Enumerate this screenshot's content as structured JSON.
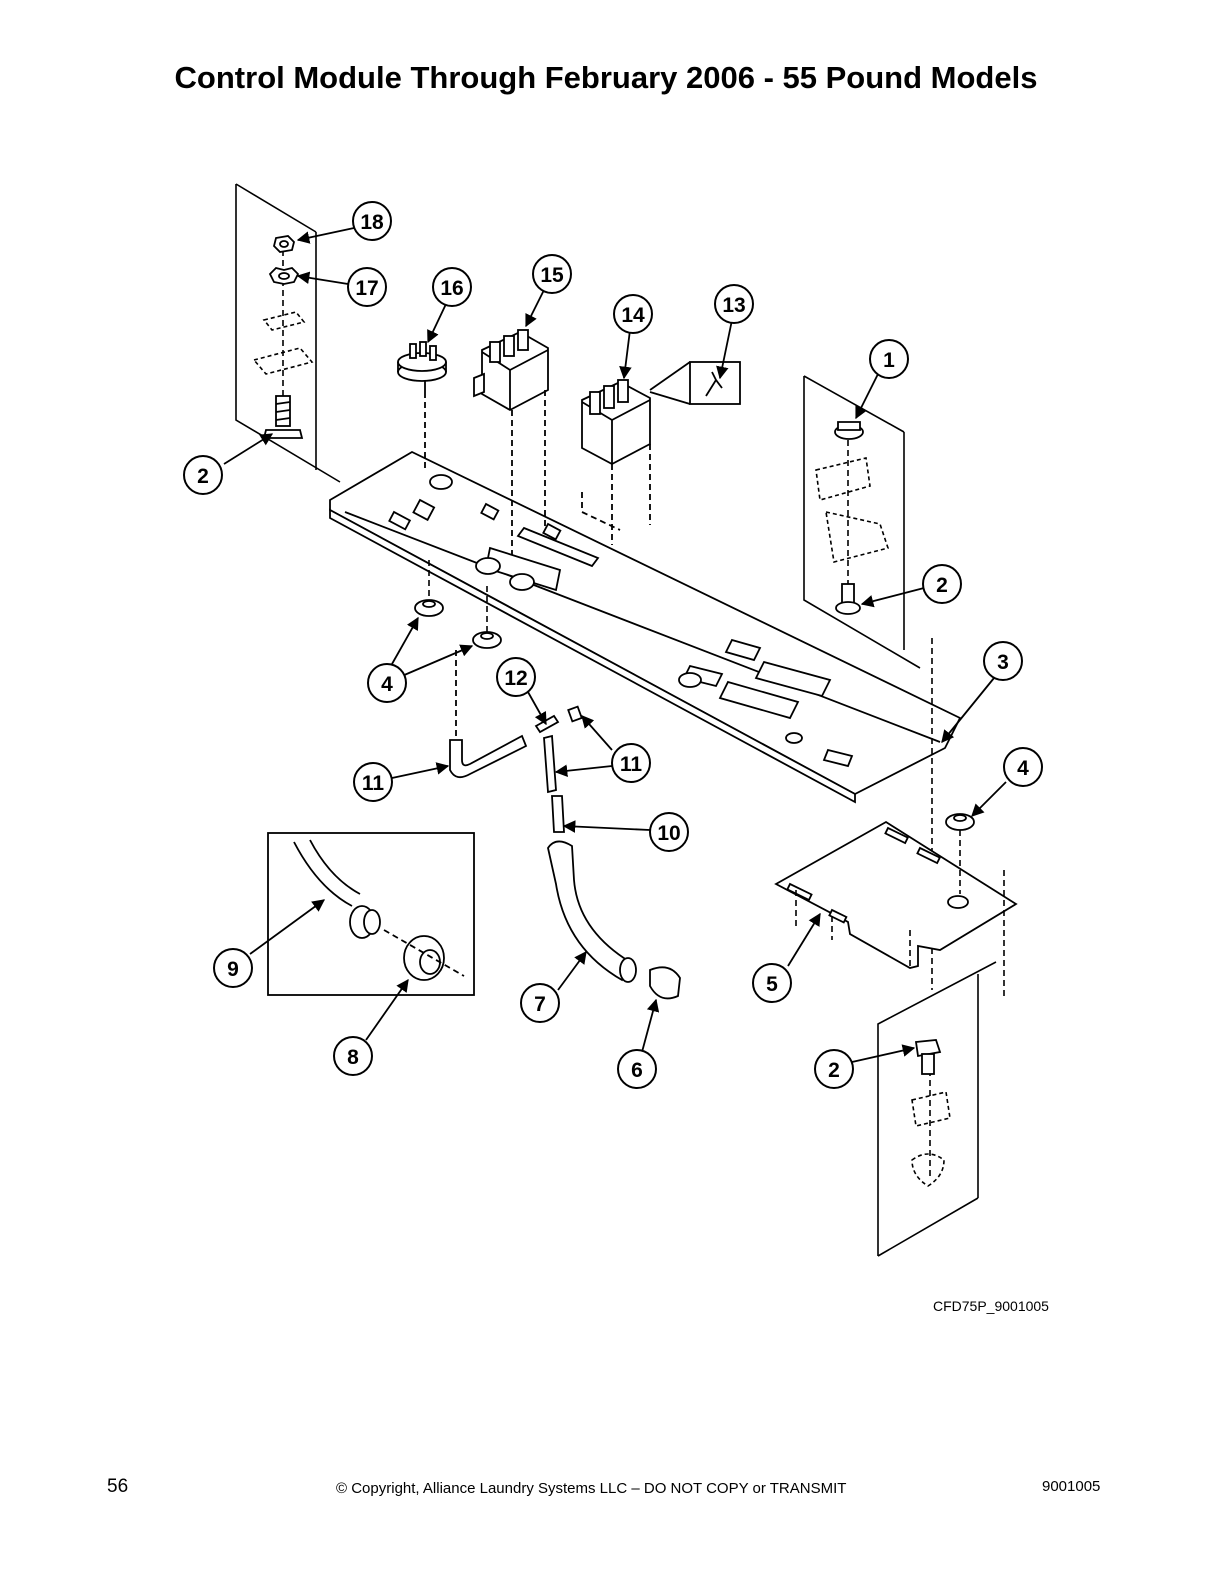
{
  "title": "Control Module Through February 2006 - 55 Pound Models",
  "figure_id": "CFD75P_9001005",
  "footer": {
    "page_number": "56",
    "copyright": "© Copyright, Alliance Laundry Systems LLC – DO NOT COPY or TRANSMIT",
    "document_number": "9001005"
  },
  "callouts": [
    "18",
    "17",
    "16",
    "15",
    "14",
    "13",
    "1",
    "2",
    "2",
    "3",
    "4",
    "4",
    "12",
    "11",
    "11",
    "10",
    "9",
    "8",
    "7",
    "6",
    "5",
    "2"
  ]
}
